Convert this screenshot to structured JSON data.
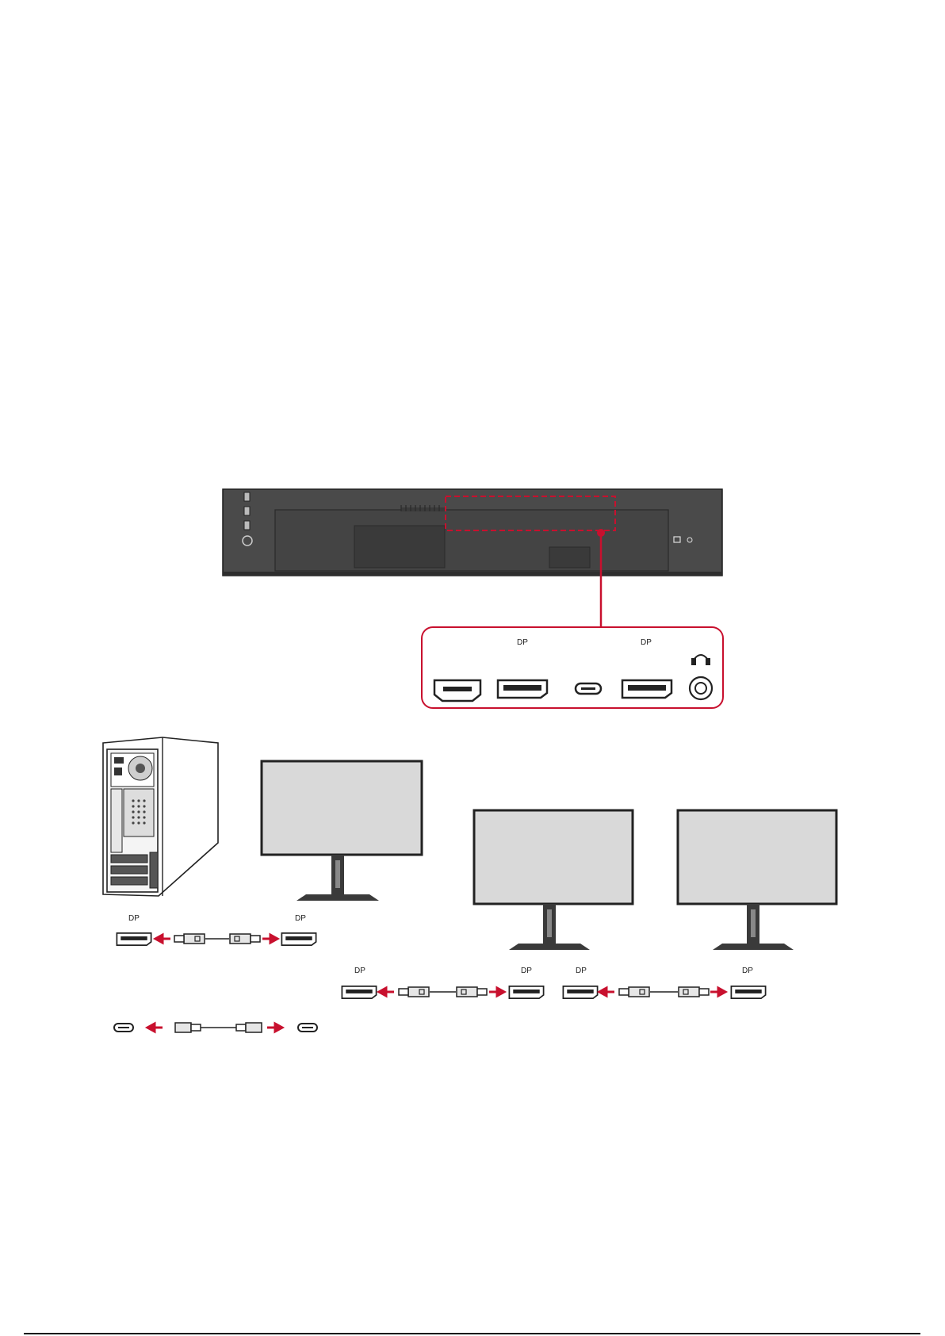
{
  "colors": {
    "accent": "#c8102e",
    "monitor_body": "#4a4a4a",
    "screen_fill": "#d9d9d9",
    "outline": "#222222"
  },
  "port_panel": {
    "labels": [
      "DP",
      "DP"
    ],
    "ports": [
      "hdmi-port",
      "displayport-in-port",
      "usb-c-port",
      "displayport-out-port",
      "headphone-jack"
    ],
    "headphone_icon": "headphone-icon"
  },
  "chain": {
    "pc_dp_label": "DP",
    "monitor1_dp_label": "DP",
    "link2_left_label": "DP",
    "link2_right_label": "DP",
    "link3_left_label": "DP",
    "link3_right_label": "DP"
  },
  "icons": [
    "dp-cable-icon",
    "usb-c-cable-icon",
    "arrow-left-icon",
    "arrow-right-icon",
    "pc-tower-icon",
    "monitor-icon"
  ]
}
